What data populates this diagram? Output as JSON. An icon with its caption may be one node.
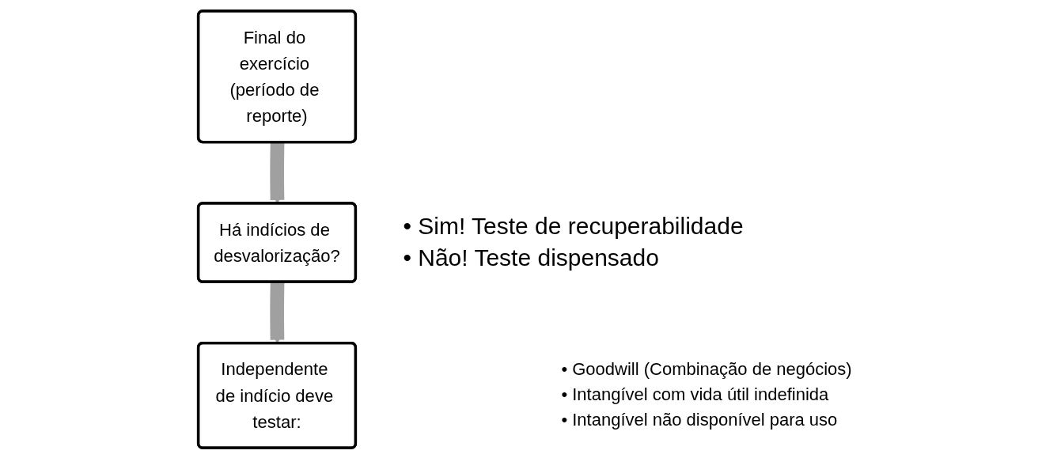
{
  "diagram": {
    "nodes": [
      {
        "text": [
          "Final do exercício (período de reporte)"
        ]
      },
      {
        "text": [
          "Há indícios de desvalorização?"
        ],
        "beside": [
          "• Sim! Teste de recuperabilidade",
          "• Não! Teste dispensado"
        ]
      },
      {
        "text": [
          "Independente de indício deve testar:"
        ],
        "beside": [
          "• Goodwill (Combinação de negócios)",
          "• Intangível com vida útil indefinida",
          "• Intangível não disponível para uso"
        ]
      }
    ],
    "edges": [
      {
        "from": 0,
        "to": 1,
        "arrow": "to"
      },
      {
        "from": 1,
        "to": 2,
        "arrow": "to"
      }
    ]
  }
}
